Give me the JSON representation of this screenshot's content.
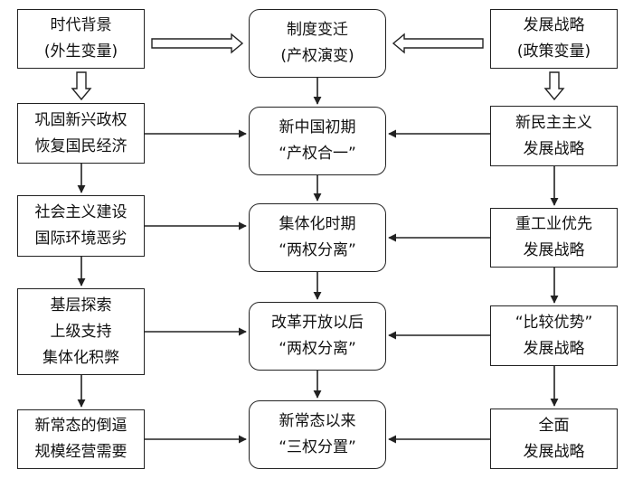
{
  "left": [
    {
      "lines": [
        "时代背景",
        "(外生变量)"
      ]
    },
    {
      "lines": [
        "巩固新兴政权",
        "恢复国民经济"
      ]
    },
    {
      "lines": [
        "社会主义建设",
        "国际环境恶劣"
      ]
    },
    {
      "lines": [
        "基层探索",
        "上级支持",
        "集体化积弊"
      ]
    },
    {
      "lines": [
        "新常态的倒逼",
        "规模经营需要"
      ]
    }
  ],
  "center": [
    {
      "lines": [
        "制度变迁",
        "(产权演变)"
      ]
    },
    {
      "lines": [
        "新中国初期",
        "“产权合一”"
      ]
    },
    {
      "lines": [
        "集体化时期",
        "“两权分离”"
      ]
    },
    {
      "lines": [
        "改革开放以后",
        "“两权分离”"
      ]
    },
    {
      "lines": [
        "新常态以来",
        "“三权分置”"
      ]
    }
  ],
  "right": [
    {
      "lines": [
        "发展战略",
        "(政策变量)"
      ]
    },
    {
      "lines": [
        "新民主主义",
        "发展战略"
      ]
    },
    {
      "lines": [
        "重工业优先",
        "发展战略"
      ]
    },
    {
      "lines": [
        "“比较优势”",
        "发展战略"
      ]
    },
    {
      "lines": [
        "全面",
        "发展战略"
      ]
    }
  ]
}
